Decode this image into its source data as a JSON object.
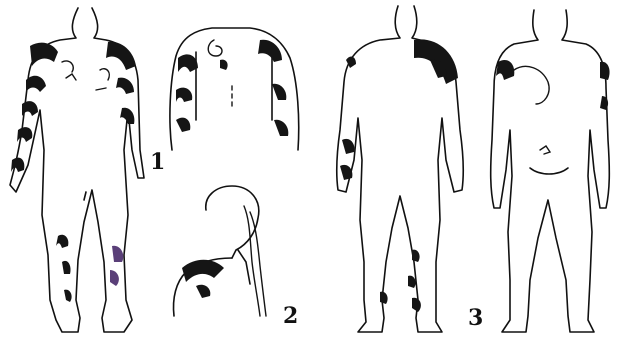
{
  "labels": {
    "figure_1": "1",
    "figure_2": "2",
    "figure_3": "3"
  },
  "colors": {
    "ink": "#111111",
    "tattoo_accent": "#5a3f78",
    "background": "#ffffff"
  }
}
